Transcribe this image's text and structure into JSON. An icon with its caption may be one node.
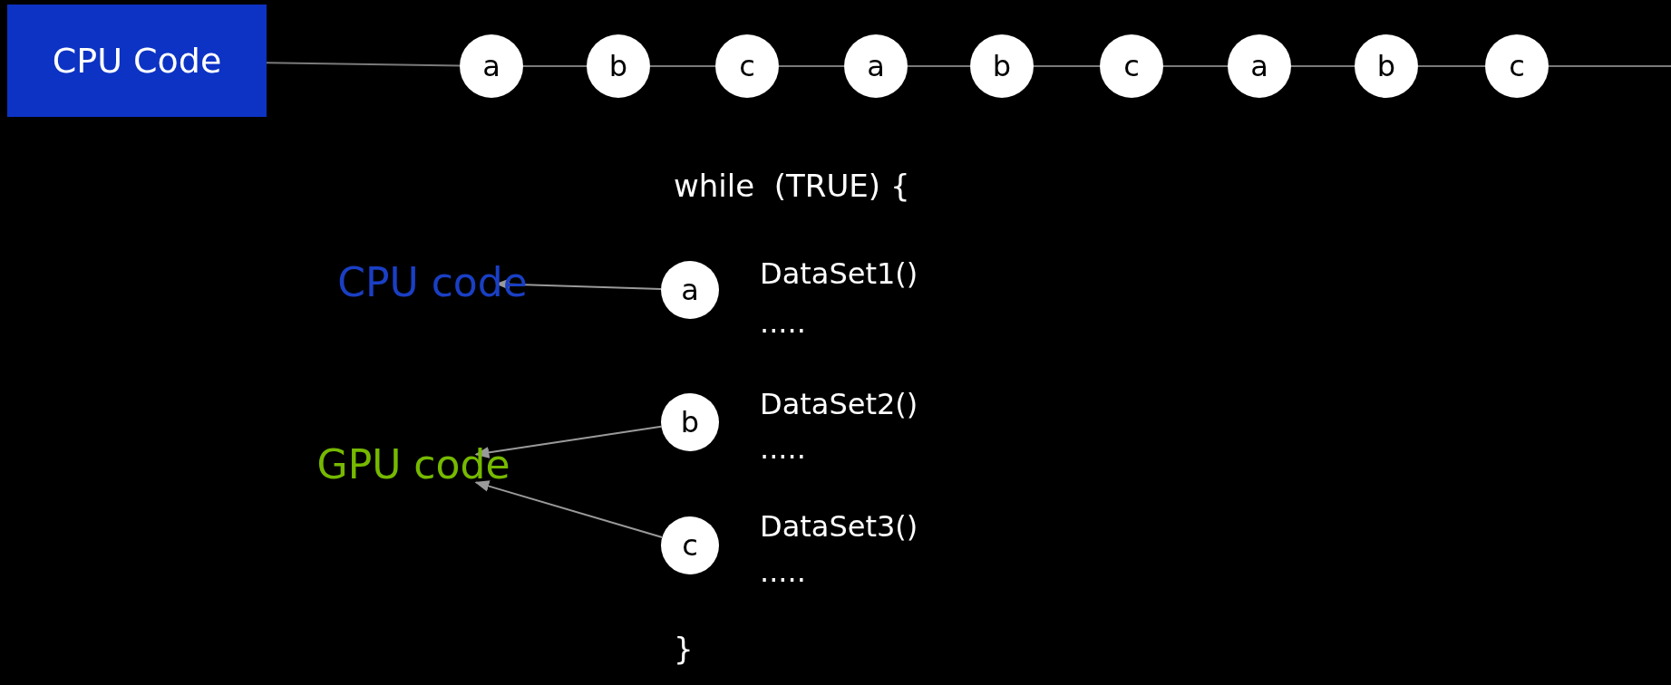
{
  "diagram": {
    "nodes": [
      {
        "text": [
          "CPU Code"
        ]
      },
      {
        "text": [
          "a"
        ]
      },
      {
        "text": [
          "b"
        ]
      },
      {
        "text": [
          "c"
        ]
      },
      {
        "text": [
          "a"
        ]
      },
      {
        "text": [
          "b"
        ]
      },
      {
        "text": [
          "c"
        ]
      },
      {
        "text": [
          "a"
        ]
      },
      {
        "text": [
          "b"
        ]
      },
      {
        "text": [
          "c"
        ]
      },
      {
        "text": [
          "CPU code"
        ]
      },
      {
        "text": [
          "a"
        ]
      },
      {
        "text": [
          "GPU code"
        ]
      },
      {
        "text": [
          "b"
        ]
      },
      {
        "text": [
          "c"
        ]
      }
    ],
    "edges": [
      {
        "from": 0,
        "to": 1,
        "arrow": "none"
      },
      {
        "from": 1,
        "to": 2,
        "arrow": "none"
      },
      {
        "from": 2,
        "to": 3,
        "arrow": "none"
      },
      {
        "from": 3,
        "to": 4,
        "arrow": "none"
      },
      {
        "from": 4,
        "to": 5,
        "arrow": "none"
      },
      {
        "from": 5,
        "to": 6,
        "arrow": "none"
      },
      {
        "from": 6,
        "to": 7,
        "arrow": "none"
      },
      {
        "from": 7,
        "to": 8,
        "arrow": "none"
      },
      {
        "from": 8,
        "to": 9,
        "arrow": "none"
      },
      {
        "from": 9,
        "to": null,
        "arrow": "none"
      },
      {
        "from": 11,
        "to": 10,
        "arrow": "to"
      },
      {
        "from": 13,
        "to": 12,
        "arrow": "to"
      },
      {
        "from": 14,
        "to": 12,
        "arrow": "to"
      }
    ],
    "labels": [
      "while  (TRUE) {",
      "DataSet1()",
      ".....",
      "DataSet2()",
      ".....",
      "DataSet3()",
      ".....",
      "}"
    ]
  }
}
